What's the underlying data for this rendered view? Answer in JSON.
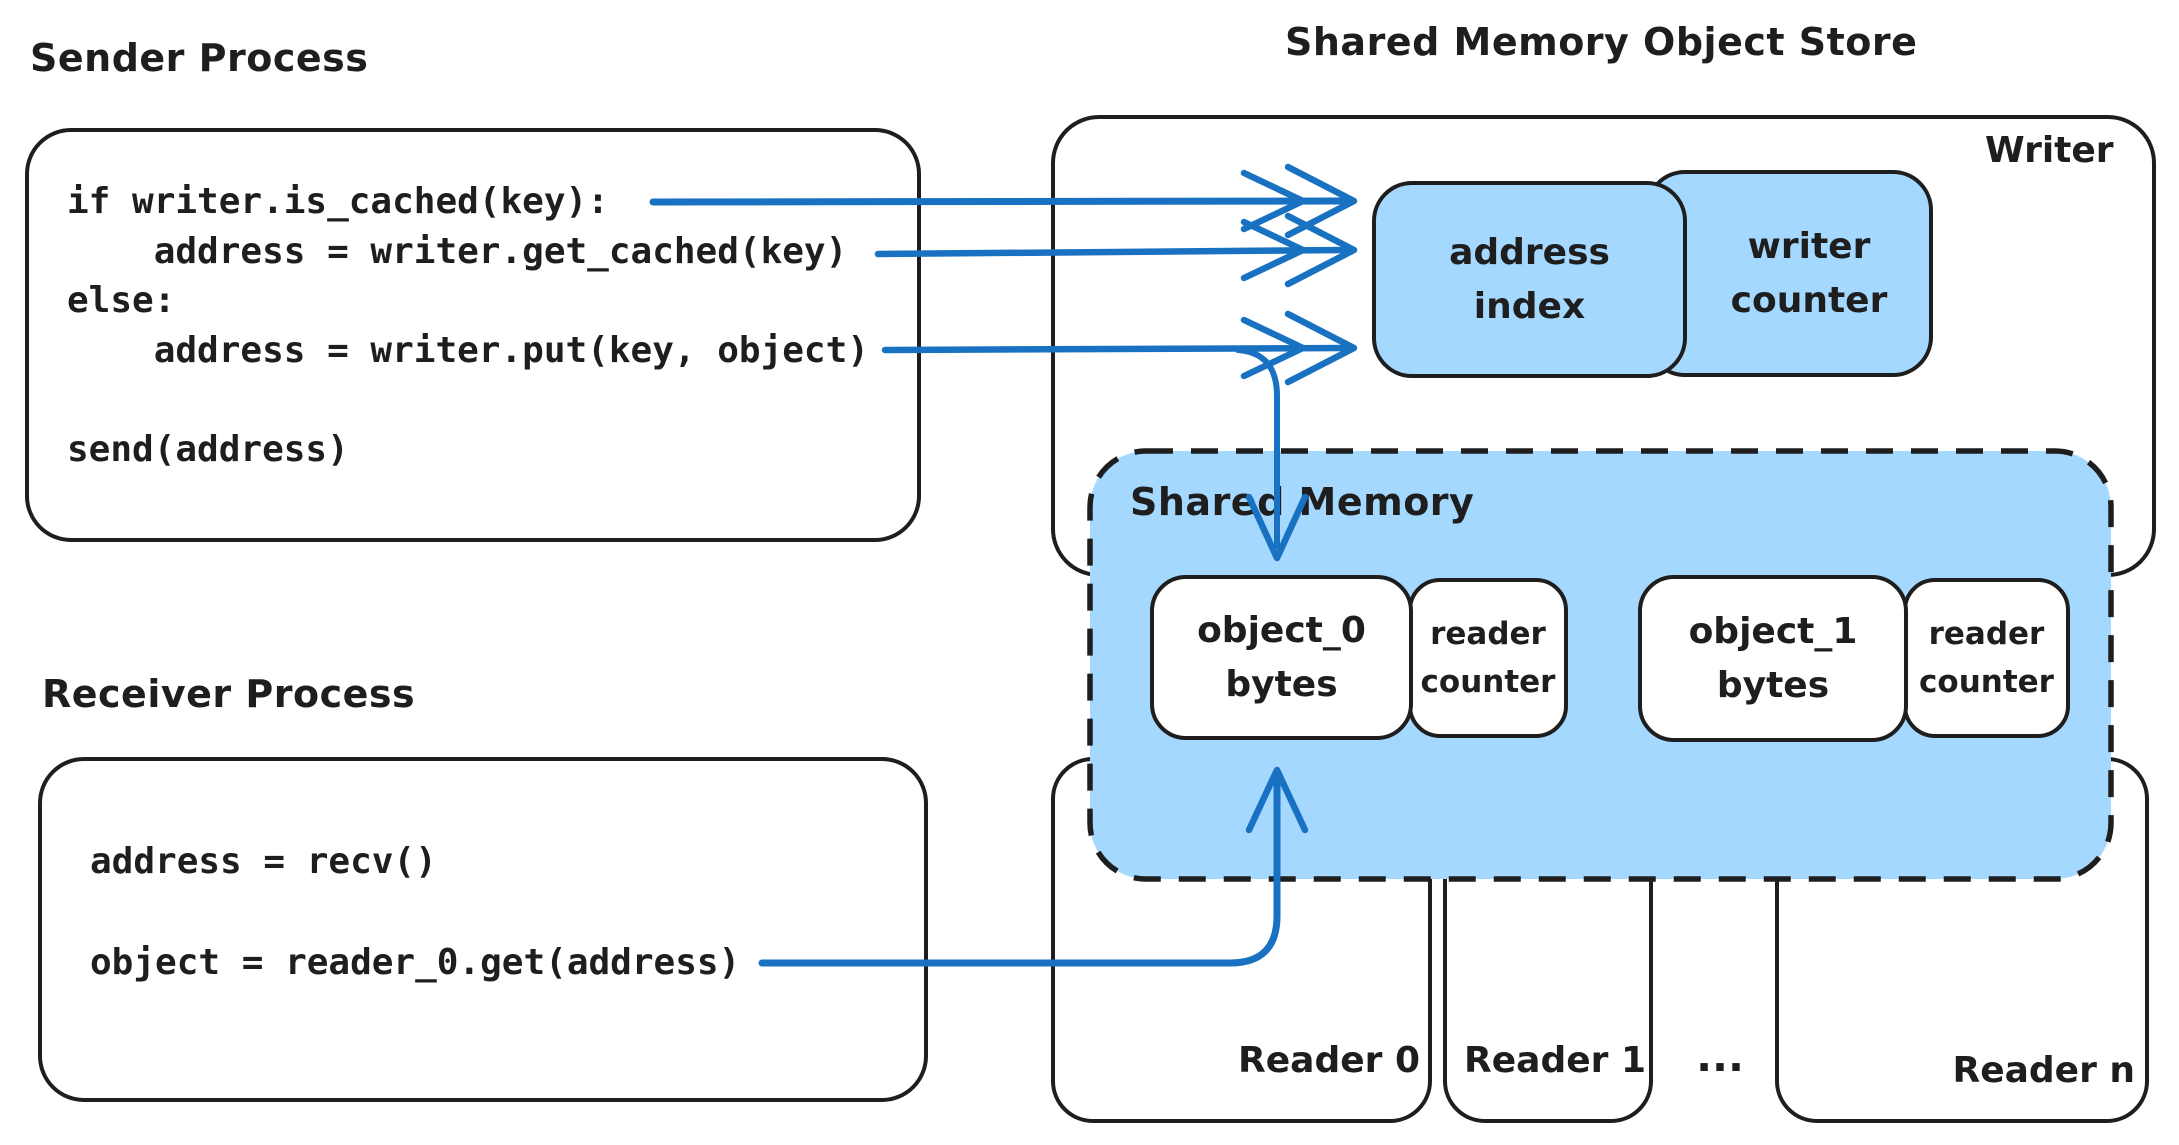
{
  "colors": {
    "ink": "#1e1e1e",
    "accent_blue": "#1971c2",
    "fill_blue": "#a5d8ff",
    "background": "#ffffff"
  },
  "sender": {
    "title": "Sender Process",
    "code_lines": [
      "if writer.is_cached(key):",
      "    address = writer.get_cached(key)",
      "else:",
      "    address = writer.put(key, object)",
      "",
      "send(address)"
    ]
  },
  "receiver": {
    "title": "Receiver Process",
    "code_lines": [
      "address = recv()",
      "",
      "object = reader_0.get(address)"
    ]
  },
  "object_store": {
    "title": "Shared Memory Object Store",
    "writer_label": "Writer",
    "address_index_label": "address\nindex",
    "writer_counter_label": "writer\ncounter",
    "shared_memory": {
      "label": "Shared Memory",
      "slots": [
        {
          "object_label": "object_0\nbytes",
          "counter_label": "reader\ncounter"
        },
        {
          "object_label": "object_1\nbytes",
          "counter_label": "reader\ncounter"
        }
      ]
    },
    "readers": {
      "reader0": "Reader 0",
      "reader1": "Reader 1",
      "ellipsis": "...",
      "readern": "Reader n"
    }
  }
}
